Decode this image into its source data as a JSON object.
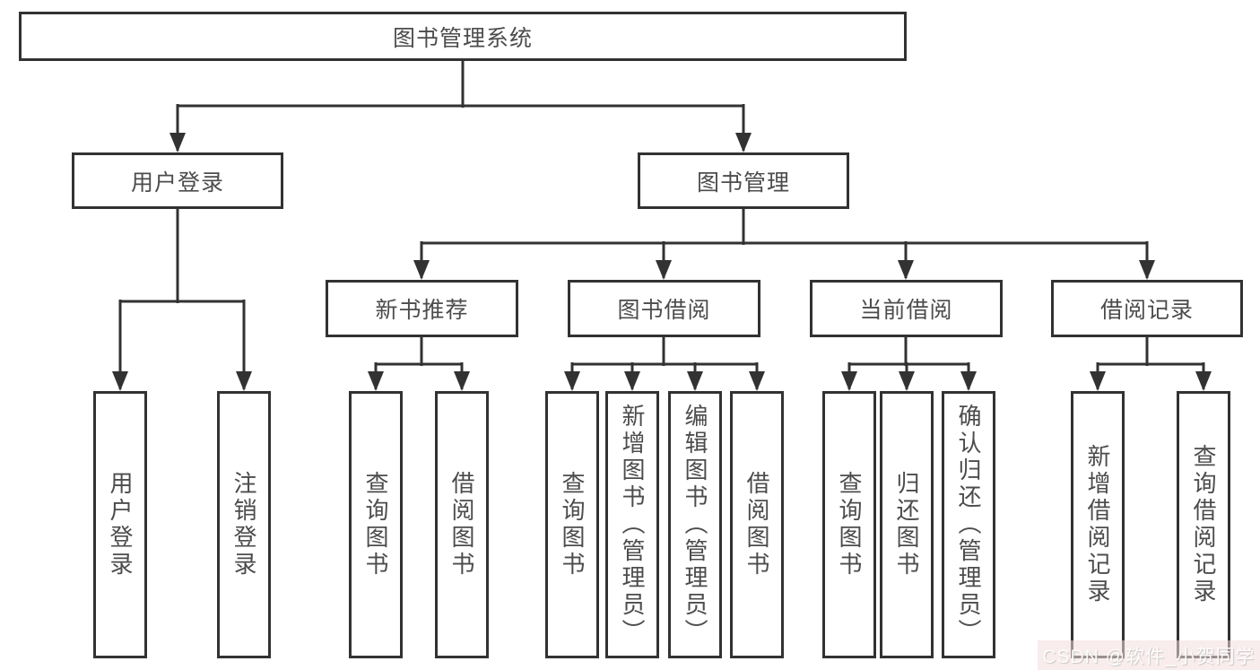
{
  "diagram": {
    "root": {
      "label": "图书管理系统",
      "children": [
        {
          "label": "用户登录",
          "children": [
            {
              "label": "用户登录"
            },
            {
              "label": "注销登录"
            }
          ]
        },
        {
          "label": "图书管理",
          "children": [
            {
              "label": "新书推荐",
              "children": [
                {
                  "label": "查询图书"
                },
                {
                  "label": "借阅图书"
                }
              ]
            },
            {
              "label": "图书借阅",
              "children": [
                {
                  "label": "查询图书"
                },
                {
                  "label": "新增图书（管理员）"
                },
                {
                  "label": "编辑图书（管理员）"
                },
                {
                  "label": "借阅图书"
                }
              ]
            },
            {
              "label": "当前借阅",
              "children": [
                {
                  "label": "查询图书"
                },
                {
                  "label": "归还图书"
                },
                {
                  "label": "确认归还（管理员）"
                }
              ]
            },
            {
              "label": "借阅记录",
              "children": [
                {
                  "label": "新增借阅记录"
                },
                {
                  "label": "查询借阅记录"
                }
              ]
            }
          ]
        }
      ]
    }
  },
  "watermark": {
    "text": "CSDN @软件_小贺同学"
  },
  "colors": {
    "line": "#323232",
    "node_border": "#323232",
    "node_text": "#4c4c4c",
    "background": "#ffffff",
    "watermark_text": "#ffffff",
    "watermark_badge": "#f2dcdc"
  }
}
